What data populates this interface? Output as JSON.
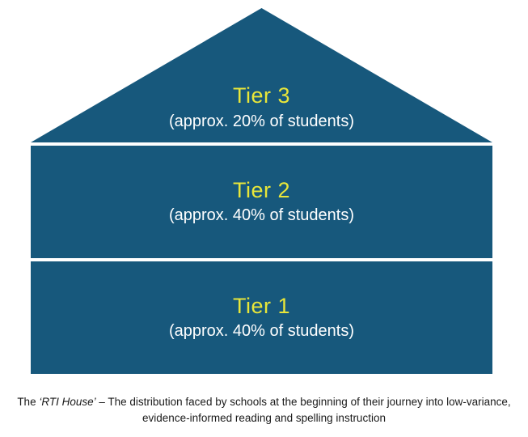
{
  "colors": {
    "house": "#17587c",
    "tier_label": "#e8e63a",
    "subtitle": "#ffffff"
  },
  "tiers": [
    {
      "label": "Tier 3",
      "subtitle": "(approx. 20% of students)"
    },
    {
      "label": "Tier 2",
      "subtitle": "(approx. 40% of students)"
    },
    {
      "label": "Tier 1",
      "subtitle": "(approx. 40% of students)"
    }
  ],
  "caption": {
    "prefix": "The ",
    "italic": "‘RTI House’",
    "rest": " – The distribution faced by schools at the beginning of their journey into low-variance, evidence-informed reading and spelling instruction"
  }
}
